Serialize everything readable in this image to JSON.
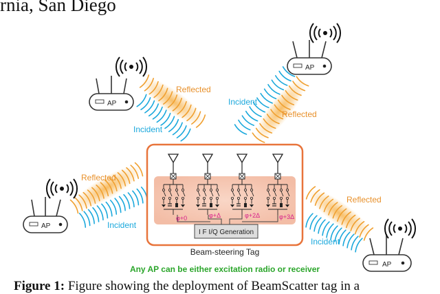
{
  "header_fragment": "rnia, San Diego",
  "labels": {
    "reflected": "Reflected",
    "incident": "Incident",
    "ap": "AP",
    "if_iq": "I F I/Q Generation",
    "tag": "Beam-steering Tag",
    "note": "Any AP can be either excitation radio or receiver"
  },
  "phases": [
    "φ+0",
    "φ+Δ",
    "φ+2Δ",
    "φ+3Δ"
  ],
  "caption": {
    "label": "Figure 1:",
    "text": "Figure showing the deployment of BeamScatter tag in a"
  },
  "colors": {
    "orange": "#f0a030",
    "cyan": "#1aa8dc",
    "tag_border": "#e8743b",
    "tag_fill": "#f6c9b6",
    "green": "#2aa52a",
    "magenta": "#d6208a"
  }
}
